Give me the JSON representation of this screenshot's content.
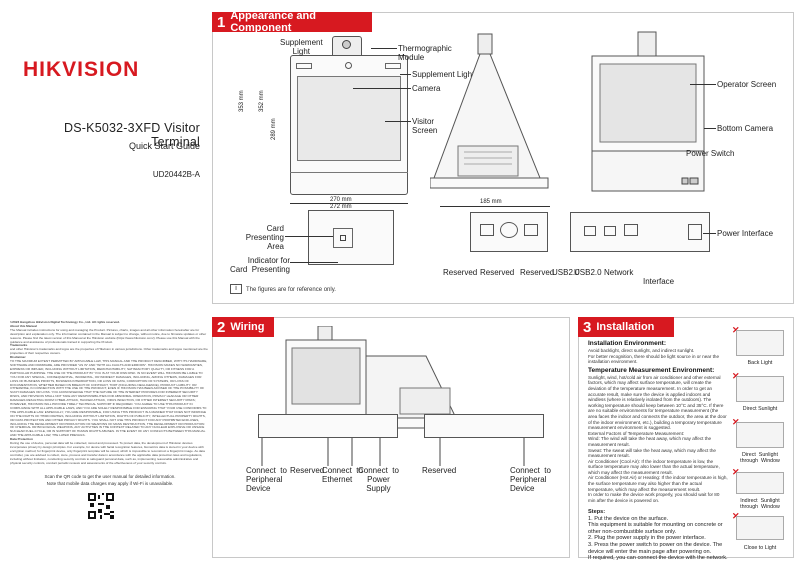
{
  "brand": {
    "logo": "HIKVISION",
    "color": "#d71920"
  },
  "cover": {
    "title": "DS-K5032-3XFD  Visitor  Terminal",
    "subtitle": "Quick  Start  Guide",
    "doc_no": "UD20442B-A",
    "legal_heading": "©2023 Hangzhou Hikvision Digital Technology Co., Ltd. All rights reserved.",
    "legal_sections": [
      {
        "head": "About this Manual",
        "text": "The Manual includes instructions for using and managing the Product. Pictures, charts, images and all other information hereinafter are for description and explanation only. The information contained in the Manual is subject to change, without notice, due to firmware updates or other reasons. Please find the latest version of this Manual at the Hikvision website (https://www.hikvision.com/). Please use this Manual with the guidance and assistance of professionals trained in supporting the Product."
      },
      {
        "head": "Trademarks",
        "text": "and other Hikvision's trademarks and logos are the properties of Hikvision in various jurisdictions. Other trademarks and logos mentioned are the properties of their respective owners."
      },
      {
        "head": "Disclaimer",
        "text": "TO THE MAXIMUM EXTENT PERMITTED BY APPLICABLE LAW, THIS MANUAL AND THE PRODUCT DESCRIBED, WITH ITS HARDWARE, SOFTWARE AND FIRMWARE, ARE PROVIDED \"AS IS\" AND \"WITH ALL FAULTS AND ERRORS\". HIKVISION MAKES NO WARRANTIES, EXPRESS OR IMPLIED, INCLUDING WITHOUT LIMITATION, MERCHANTABILITY, SATISFACTORY QUALITY, OR FITNESS FOR A PARTICULAR PURPOSE. THE USE OF THE PRODUCT BY YOU IS AT YOUR OWN RISK. IN NO EVENT WILL HIKVISION BE LIABLE TO YOU FOR ANY SPECIAL, CONSEQUENTIAL, INCIDENTAL, OR INDIRECT DAMAGES, INCLUDING, AMONG OTHERS, DAMAGES FOR LOSS OF BUSINESS PROFITS, BUSINESS INTERRUPTION, OR LOSS OF DATA, CORRUPTION OF SYSTEMS, OR LOSS OF DOCUMENTATION, WHETHER BASED ON BREACH OF CONTRACT, TORT (INCLUDING NEGLIGENCE), PRODUCT LIABILITY, OR OTHERWISE, IN CONNECTION WITH THE USE OF THE PRODUCT, EVEN IF HIKVISION HAS BEEN ADVISED OF THE POSSIBILITY OF SUCH DAMAGES OR LOSS. YOU ACKNOWLEDGE THAT THE NATURE OF THE INTERNET PROVIDES FOR INHERENT SECURITY RISKS, AND HIKVISION SHALL NOT TAKE ANY RESPONSIBILITIES FOR ABNORMAL OPERATION, PRIVACY LEAKAGE OR OTHER DAMAGES RESULTING FROM CYBER-ATTACK, HACKER ATTACK, VIRUS INFECTION, OR OTHER INTERNET SECURITY RISKS; HOWEVER, HIKVISION WILL PROVIDE TIMELY TECHNICAL SUPPORT IF REQUIRED. YOU AGREE TO USE THIS PRODUCT IN COMPLIANCE WITH ALL APPLICABLE LAWS, AND YOU ARE SOLELY RESPONSIBLE FOR ENSURING THAT YOUR USE CONFORMS TO THE APPLICABLE LAW. ESPECIALLY, YOU ARE RESPONSIBLE, FOR USING THIS PRODUCT IN A MANNER THAT DOES NOT INFRINGE ON THE RIGHTS OF THIRD PARTIES, INCLUDING WITHOUT LIMITATION, RIGHTS OF PUBLICITY, INTELLECTUAL PROPERTY RIGHTS, OR DATA PROTECTION AND OTHER PRIVACY RIGHTS. YOU SHALL NOT USE THIS PRODUCT FOR ANY PROHIBITED END-USES, INCLUDING THE DEVELOPMENT OR PRODUCTION OF WEAPONS OF MASS DESTRUCTION, THE DEVELOPMENT OR PRODUCTION OF CHEMICAL OR BIOLOGICAL WEAPONS, ANY ACTIVITIES IN THE CONTEXT RELATED TO ANY NUCLEAR EXPLOSIVE OR UNSAFE NUCLEAR FUEL-CYCLE, OR IN SUPPORT OF HUMAN RIGHTS ABUSES. IN THE EVENT OF ANY CONFLICTS BETWEEN THIS MANUAL AND THE APPLICABLE LAW, THE LATER PREVAILS."
      },
      {
        "head": "Data Protection",
        "text": "During the use of device, personal data will be collected, stored and processed. To protect data, the development of Hikvision devices incorporates privacy by design principles. For example, for device with facial recognition features, biometrics data is stored in your device with encryption method; for fingerprint device, only fingerprint template will be saved, which is impossible to reconstruct a fingerprint image. As data controller, you are advised to collect, store, process and transfer data in accordance with the applicable data protection laws and regulations, including without limitation, conducting security controls to safeguard personal data, such as, implementing reasonable administrative and physical security controls, conduct periodic reviews and assessments of the effectiveness of your security controls."
      }
    ],
    "qr_note_1": "Scan the QR code to get the user manual for detailed information.",
    "qr_note_2": "Note that mobile data charges may apply if Wi-Fi is unavailable."
  },
  "section1": {
    "num": "1",
    "title": "Appearance  and  Component",
    "labels": {
      "supplement_light_top": "Supplement\nLight",
      "thermographic": "Thermographic\nModule",
      "supplement_light_2": "Supplement  Light",
      "camera": "Camera",
      "visitor_screen": "Visitor\nScreen",
      "card_presenting_area": "Card\nPresenting\nArea",
      "indicator": "Indicator for\nCard  Presenting",
      "operator_screen": "Operator  Screen",
      "bottom_camera": "Bottom  Camera",
      "power_switch": "Power  Switch",
      "power_interface": "Power  Interface",
      "reserved_1": "Reserved",
      "reserved_2": "Reserved",
      "reserved_3": "Reserved",
      "usb_1": "USB2.0",
      "usb_2": "USB2.0",
      "network": "Network",
      "interface": "Interface"
    },
    "dims": {
      "w1": "270  mm",
      "w2": "272  mm",
      "h1": "353  mm",
      "h2": "352  mm",
      "h3": "289  mm",
      "d": "185  mm"
    },
    "note": "The  figures  are  for  reference  only."
  },
  "section2": {
    "num": "2",
    "title": "Wiring",
    "labels": {
      "peripheral_1": "Connect  to\nPeripheral\nDevice",
      "reserved": "Reserved",
      "ethernet": "Connect  to\nEthernet",
      "power_supply": "Connect  to\nPower\nSupply",
      "reserved_r": "Reserved",
      "peripheral_2": "Connect  to\nPeripheral\nDevice"
    }
  },
  "section3": {
    "num": "3",
    "title": "Installation",
    "env_heading": "Installation  Environment:",
    "env_points": [
      "Avoid backlight, direct sunlight, and indirect sunlight.",
      "For better recognition, there should be light source in or near the installation environment."
    ],
    "temp_heading": "Temperature  Measurement  Environment:",
    "temp_points": [
      "Sunlight, wind, hot/cold air from air conditioner and other external factors, which may affect surface temperature, will create the deviation of the temperature measurement. In order to get an accurate result, make sure the device is applied indoors and windless (where is relatively isolated from the outdoors). The working temperature should keep between 10°C and 35°C. If there are no suitable environments for temperature measurement (the area faces the indoor and connects the outdoor, the area at the door of the indoor environment, etc.), building a temporary temperature measurement environment is suggested.",
      "External Factors of Temperature Measurement:",
      "Wind: The wind will take the heat away, which may affect the measurement result.",
      "Sweat: The sweat will take the heat away, which may affect the measurement result.",
      "Air Conditioner (Cool Air): If the indoor temperature is low, the surface temperature may also lower than the actual temperature, which may affect the measurement result.",
      "Air Conditioner (Hot Air) or Heating: If the indoor temperature is high, the surface temperature may also higher than the actual temperature, which may affect the measurement result.",
      "In order to make the device work properly, you should wait for 80 min after the device is powered on."
    ],
    "steps_heading": "Steps:",
    "steps": [
      "1.  Put  the  device  on  the  surface.",
      "This  equipment  is  suitable  for  mounting  on  concrete  or  other  non-combustible  surface  only.",
      "2.  Plug  the  power  supply  in  the  power  interface.",
      "3.  Press  the  power  switch  to  power  on  the  device.  The  device  will  enter  the  main  page  after  powering  on.",
      "If  required,  you  can  connect  the  device  with  the  network."
    ],
    "env_pics": [
      "Back  Light",
      "Direct  Sunlight",
      "Direct  Sunlight\nthrough  Window",
      "Indirect  Sunlight\nthrough  Window",
      "Close  to  Light"
    ]
  }
}
